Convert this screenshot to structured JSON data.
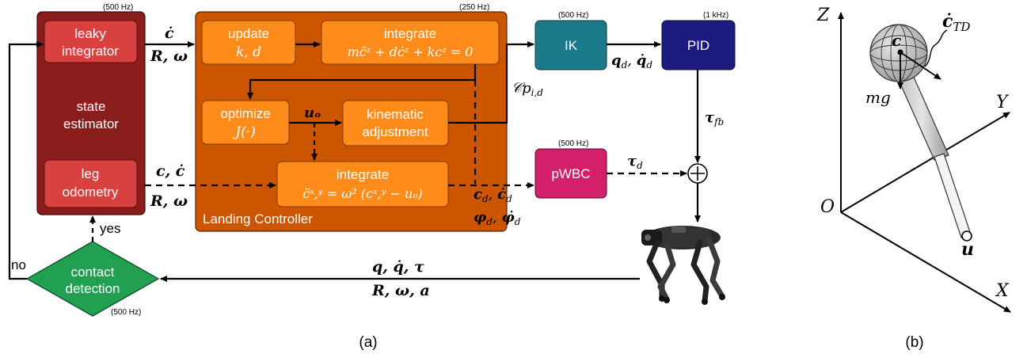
{
  "caption_a": "(a)",
  "caption_b": "(b)",
  "state_estimator": {
    "freq": "(500 Hz)",
    "label_line1": "state",
    "label_line2": "estimator",
    "leaky_line1": "leaky",
    "leaky_line2": "integrator",
    "leg_line1": "leg",
    "leg_line2": "odometry"
  },
  "landing_controller": {
    "freq": "(250 Hz)",
    "title": "Landing Controller",
    "update_line1": "update",
    "update_line2": "k, d",
    "integrate1_line1": "integrate",
    "integrate1_line2": "mc̈ᶻ + dċᶻ + kcᶻ = 0",
    "optimize_line1": "optimize",
    "optimize_line2": "J(·)",
    "kin_line1": "kinematic",
    "kin_line2": "adjustment",
    "integrate2_line1": "integrate",
    "integrate2_line2": "c̈ˣ,ʸ = ω² (cˣ,ʸ − uₒ)",
    "uo_label": "uₒ"
  },
  "ik": {
    "freq": "(500 Hz)",
    "label": "IK"
  },
  "pid": {
    "freq": "(1 kHz)",
    "label": "PID"
  },
  "pwbc": {
    "freq": "(500 Hz)",
    "label": "pWBC"
  },
  "contact": {
    "line1": "contact",
    "line2": "detection",
    "freq": "(500 Hz)",
    "yes": "yes",
    "no": "no"
  },
  "signals": {
    "c_dot": "ċ",
    "r_omega": "R, ω",
    "c_cdot": "c, ċ",
    "r_omega2": "R, ω",
    "cp": "𝒞p",
    "cp_sub": "i,d",
    "qd": "q",
    "qd_sub": "d",
    "qd_dot": "q̇",
    "tau_fb": "τ",
    "tau_fb_sub": "fb",
    "tau_d": "τ",
    "tau_d_sub": "d",
    "cd_line": "c",
    "cd_sub": "d",
    "cd_dot": "ċ",
    "phi": "φ",
    "phi_dot": "φ̇",
    "q_line1": "q, q̇, τ",
    "q_line2": "R, ω, a"
  },
  "pendulum": {
    "z": "Z",
    "y": "Y",
    "x": "X",
    "o": "O",
    "c_td": "ċ",
    "c_td_sub": "TD",
    "c": "c",
    "mg": "mg",
    "u": "u"
  },
  "colors": {
    "state_estimator": "#8b1c1c",
    "estimator_box": "#d94040",
    "landing": "#cc5500",
    "landing_box": "#ff8c1a",
    "ik": "#1a7a8a",
    "pid": "#1a1a80",
    "pwbc": "#d4206a",
    "contact": "#20a050"
  }
}
